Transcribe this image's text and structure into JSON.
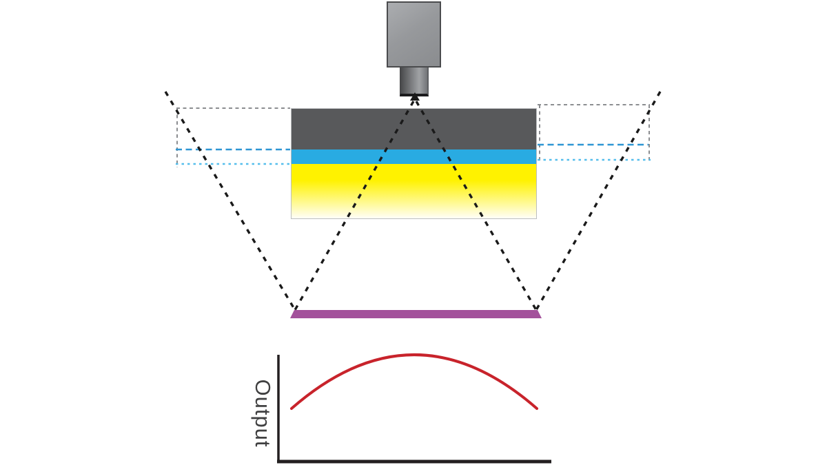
{
  "page": {
    "title": "Camera with layered illumination sheet, target line, and output falloff curve"
  },
  "labels": {
    "y_axis": "Output"
  },
  "colors": {
    "camera_border": "#4A4B4D",
    "lens_dark": "#47484A",
    "layer_dark": "#58595B",
    "layer_blue": "#29ABE2",
    "layer_yellow": "#FFF200",
    "block_border": "#BCBEC0",
    "target_purple": "#A3519B",
    "curve_red": "#C8232B",
    "axis_black": "#231F20",
    "dash_black": "#1A1A1A",
    "dash_gray": "#8B8D90",
    "dash_blue_dark": "#2E96D3",
    "dash_blue_light": "#54BEEC",
    "label_text": "#404041"
  },
  "elements": {
    "camera": "camera-body-with-lens",
    "layers": [
      "dark-gray-housing-layer",
      "blue-filter-layer",
      "yellow-light-diffuser-layer"
    ],
    "side_guides": "dashed-extension-boxes-left-and-right",
    "projection_lines": "black-dashed-field-of-view-lines",
    "target": "purple-target-bar",
    "graph": "output-vs-position-curve"
  },
  "chart_data": {
    "type": "line",
    "title": "",
    "xlabel": "",
    "ylabel": "Output",
    "x_relative": [
      0,
      0.125,
      0.25,
      0.375,
      0.5,
      0.625,
      0.75,
      0.875,
      1
    ],
    "y_relative": [
      0.5,
      0.72,
      0.88,
      0.97,
      1.0,
      0.97,
      0.88,
      0.72,
      0.5
    ],
    "series": [
      {
        "name": "Output across field of view",
        "color": "#C8232B",
        "shape": "symmetric arch, peak at center, falloff at edges"
      }
    ],
    "x_axis_ticks": [],
    "y_axis_ticks": [],
    "grid": false,
    "legend": false,
    "ylabel_rotation_deg": 90
  }
}
